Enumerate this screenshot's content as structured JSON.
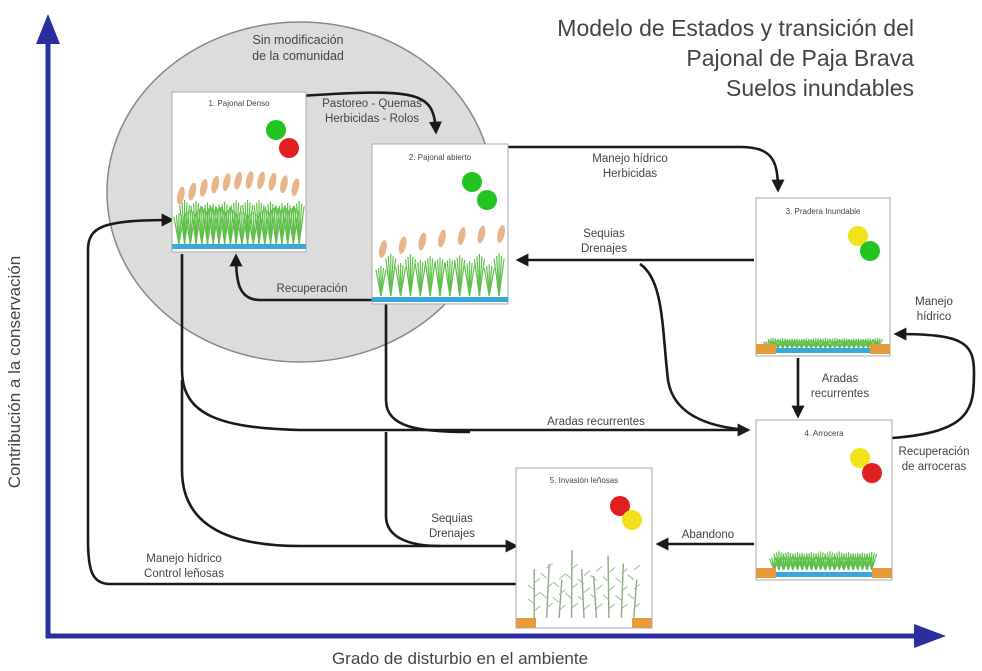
{
  "title": {
    "line1": "Modelo de Estados y transición del",
    "line2": "Pajonal de Paja Brava",
    "line3": "Suelos inundables"
  },
  "axes": {
    "y_label": "Contribución a la conservación",
    "x_label": "Grado de disturbio en el ambiente"
  },
  "group": {
    "label_line1": "Sin modificación",
    "label_line2": "de la comunidad"
  },
  "states": {
    "s1": "1. Pajonal Denso",
    "s2": "2. Pajonal abierto",
    "s3": "3. Pradera Inundable",
    "s4": "4. Arrocera",
    "s5": "5. Invasión leñosas"
  },
  "transitions": {
    "t1_2_line1": "Pastoreo - Quemas",
    "t1_2_line2": "Herbicidas - Rolos",
    "t2_3_line1": "Manejo hídrico",
    "t2_3_line2": "Herbicidas",
    "t3_2_line1": "Sequias",
    "t3_2_line2": "Drenajes",
    "t2_1": "Recuperación",
    "t3_4_line1": "Aradas",
    "t3_4_line2": "recurrentes",
    "t4_3_line1": "Manejo",
    "t4_3_line2": "hídrico",
    "t4_recup_line1": "Recuperación",
    "t4_recup_line2": "de arroceras",
    "t1_4": "Aradas recurrentes",
    "t_to5_line1": "Sequias",
    "t_to5_line2": "Drenajes",
    "t4_5": "Abandono",
    "t5_1_line1": "Manejo hídrico",
    "t5_1_line2": "Control leñosas"
  },
  "colors": {
    "axis": "#2b2f9e",
    "ellipse": "#dcdcdc",
    "arrow": "#1a1a1a",
    "grass": "#5fbf4a",
    "plume": "#e8b48a",
    "water": "#3aa8d8",
    "soil": "#e69a3c",
    "indicator_green": "#22c422",
    "indicator_red": "#e02020",
    "indicator_yellow": "#f2e21a"
  }
}
